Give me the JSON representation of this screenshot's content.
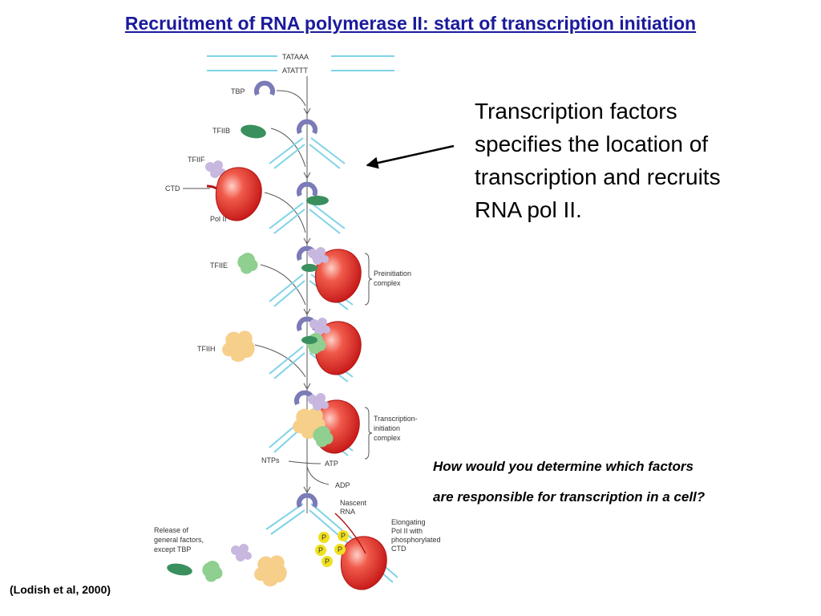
{
  "slide": {
    "title": "Recruitment of RNA polymerase II: start of transcription initiation",
    "main_text": [
      "Transcription factors",
      "specifies the location of",
      "transcription and recruits",
      "RNA pol II."
    ],
    "question": [
      "How would you determine which factors",
      "are responsible for transcription in a cell?"
    ],
    "citation": "(Lodish et al, 2000)"
  },
  "figure": {
    "seq_top": "TATAAA",
    "seq_bottom": "ATATTT",
    "tbp": "TBP",
    "tfiib": "TFIIB",
    "tfiif": "TFIIF",
    "ctd": "CTD",
    "pol2": "Pol II",
    "tfiie": "TFIIE",
    "tfiih": "TFIIH",
    "preinit": [
      "Preinitiation",
      "complex"
    ],
    "transinit": [
      "Transcription-",
      "initiation",
      "complex"
    ],
    "ntps": "NTPs",
    "atp": "ATP",
    "adp": "ADP",
    "nascent": [
      "Nascent",
      "RNA"
    ],
    "elong": [
      "Elongating",
      "Pol II with",
      "phosphorylated",
      "CTD"
    ],
    "release": [
      "Release of",
      "general factors,",
      "except TBP"
    ],
    "phospho": "P"
  },
  "colors": {
    "title": "#1a1a9c",
    "dna": "#7fd3e6",
    "tbp": "#7b7bb8",
    "tfiib": "#3a8f5e",
    "tfiif": "#c8b8e0",
    "pol2": "#dd2b2b",
    "tfiie": "#8fcf8f",
    "tfiih": "#f6cf8a",
    "phospho": "#f0e020"
  }
}
